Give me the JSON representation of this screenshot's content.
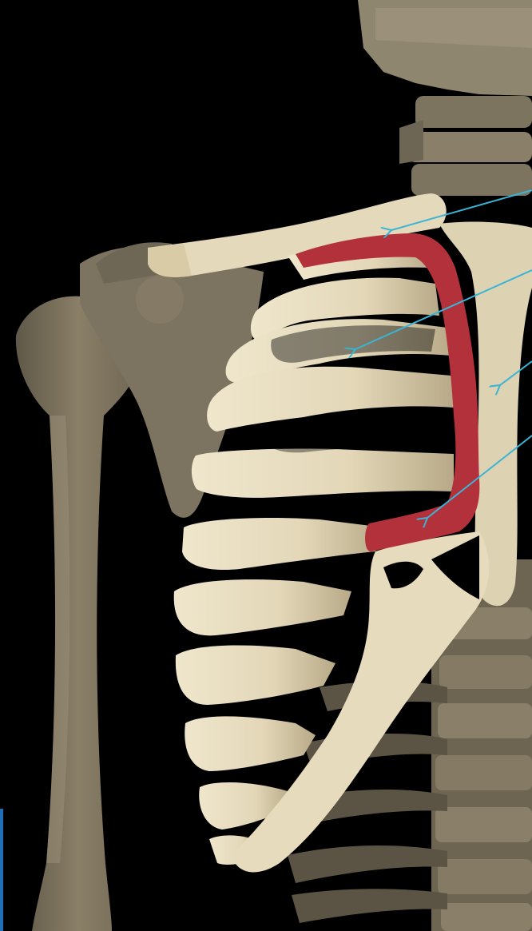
{
  "illustration": {
    "subject": "anatomical-skeleton-thorax",
    "colors": {
      "background": "#000000",
      "bone_light": "#e6dcc0",
      "bone_mid": "#c8b896",
      "bone_dark": "#8c7f66",
      "bone_shadow": "#5e5647",
      "highlight": "#b3313a",
      "pointer": "#3ab4d6",
      "edge_bar": "#1e6fb8"
    },
    "pointers": [
      {
        "id": "pointer-1",
        "target": "clavicle-underside"
      },
      {
        "id": "pointer-2",
        "target": "rib-2"
      },
      {
        "id": "pointer-3",
        "target": "sternum"
      },
      {
        "id": "pointer-4",
        "target": "costal-cartilage"
      }
    ]
  }
}
